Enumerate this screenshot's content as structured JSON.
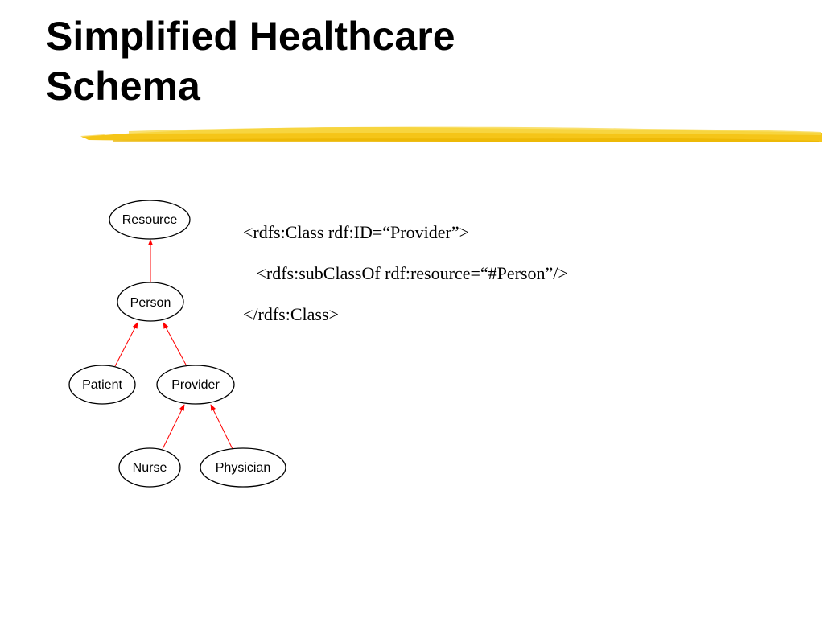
{
  "slide": {
    "title_line1": "Simplified Healthcare",
    "title_line2": "Schema",
    "accent_color": "#f5c518",
    "edge_color": "#ff0000"
  },
  "diagram": {
    "nodes": {
      "resource": "Resource",
      "person": "Person",
      "patient": "Patient",
      "provider": "Provider",
      "nurse": "Nurse",
      "physician": "Physician"
    },
    "edges": [
      {
        "from": "Person",
        "to": "Resource"
      },
      {
        "from": "Patient",
        "to": "Person"
      },
      {
        "from": "Provider",
        "to": "Person"
      },
      {
        "from": "Nurse",
        "to": "Provider"
      },
      {
        "from": "Physician",
        "to": "Provider"
      }
    ]
  },
  "code": {
    "line1": "<rdfs:Class rdf:ID=“Provider”>",
    "line2": "   <rdfs:subClassOf rdf:resource=“#Person”/>",
    "line3": "</rdfs:Class>"
  }
}
